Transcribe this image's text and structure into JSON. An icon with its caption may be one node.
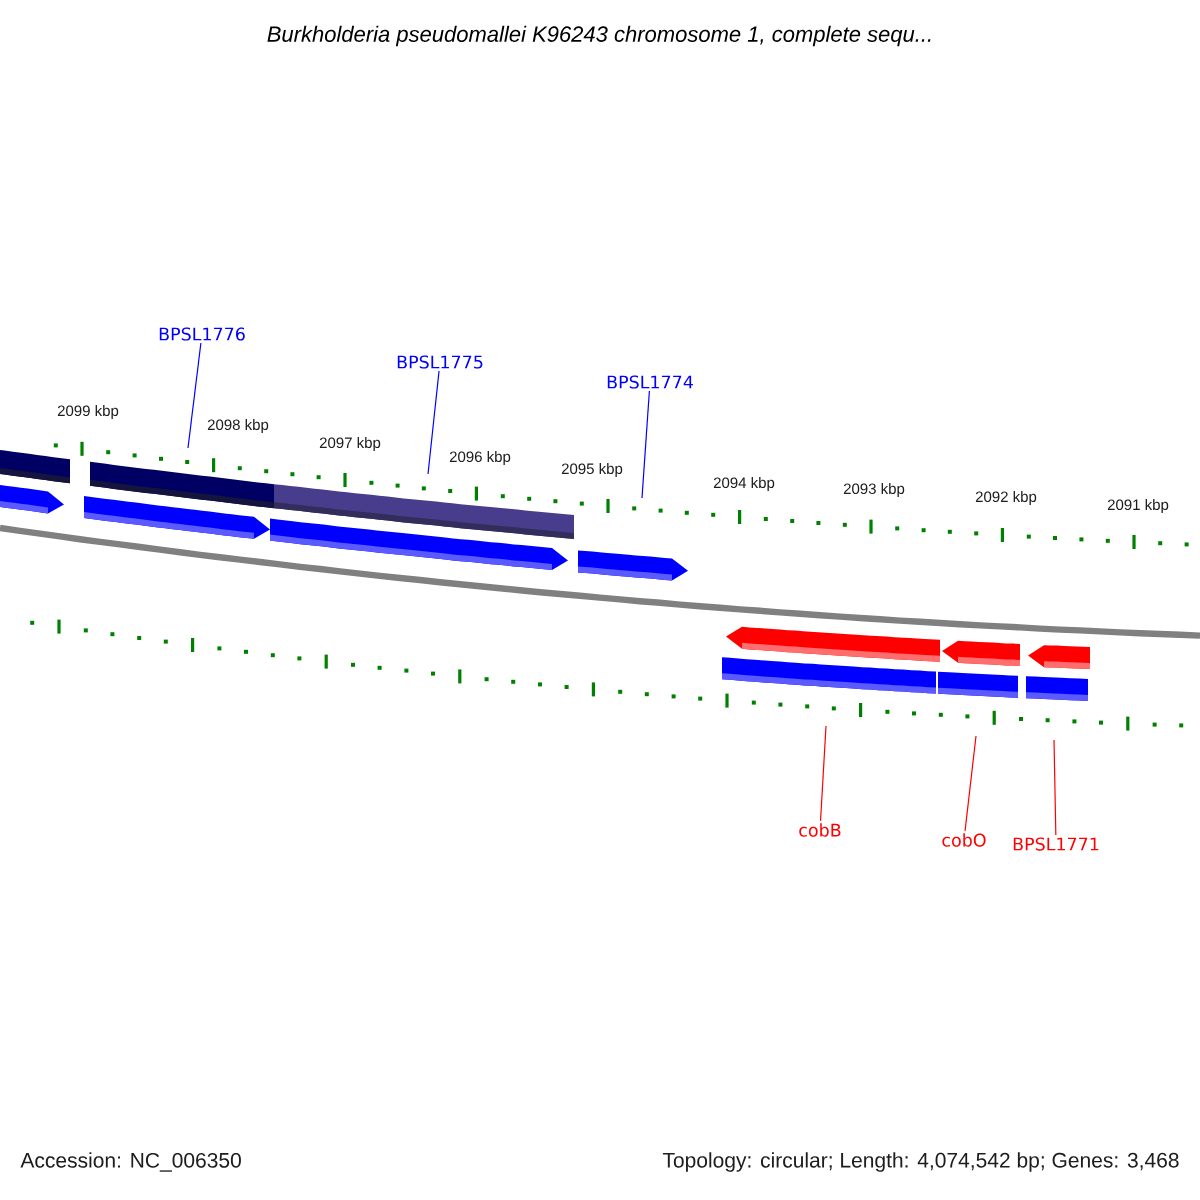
{
  "diagram": {
    "title": "Burkholderia pseudomallei K96243 chromosome 1, complete sequ...",
    "nodes": [
      {
        "text": [
          "BPSL1776"
        ]
      },
      {
        "text": [
          "BPSL1775"
        ]
      },
      {
        "text": [
          "BPSL1774"
        ]
      },
      {
        "text": [
          "cobB"
        ]
      },
      {
        "text": [
          "cobO"
        ]
      },
      {
        "text": [
          "BPSL1771"
        ]
      }
    ],
    "edges": [
      {
        "from": 0,
        "to": null,
        "arrow": "none",
        "color": "#0000ff"
      },
      {
        "from": 1,
        "to": null,
        "arrow": "none",
        "color": "#0000ff"
      },
      {
        "from": 2,
        "to": null,
        "arrow": "none",
        "color": "#0000ff"
      },
      {
        "from": 3,
        "to": null,
        "arrow": "none",
        "color": "#ff0000"
      },
      {
        "from": 4,
        "to": null,
        "arrow": "none",
        "color": "#ff0000"
      },
      {
        "from": 5,
        "to": null,
        "arrow": "none",
        "color": "#ff0000"
      }
    ],
    "labels": [
      "2099 kbp",
      "2098 kbp",
      "2097 kbp",
      "2096 kbp",
      "2095 kbp",
      "2094 kbp",
      "2093 kbp",
      "2092 kbp",
      "2091 kbp",
      "Accession: NC_006350",
      "Topology: circular; Length: 4,074,542 bp; Genes: 3,468"
    ]
  }
}
